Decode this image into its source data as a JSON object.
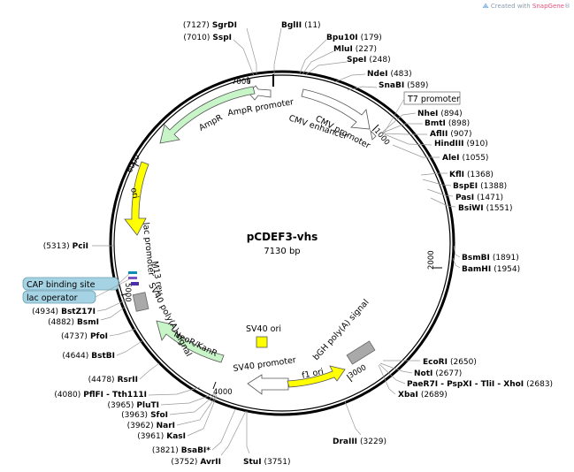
{
  "credit": {
    "prefix": "Created with ",
    "brand": "SnapGene",
    "mark": "®"
  },
  "plasmid": {
    "name": "pCDEF3-vhs",
    "size_label": "7130 bp"
  },
  "ticks": [
    "1000",
    "2000",
    "3000",
    "4000",
    "5000",
    "6000",
    "7000"
  ],
  "sites": [
    {
      "pos": "(7127)",
      "name": "SgrDI"
    },
    {
      "pos": "(11)",
      "name": "BglII"
    },
    {
      "pos": "(7010)",
      "name": "SspI"
    },
    {
      "pos": "(179)",
      "name": "Bpu10I"
    },
    {
      "pos": "(227)",
      "name": "MluI"
    },
    {
      "pos": "(248)",
      "name": "SpeI"
    },
    {
      "pos": "(483)",
      "name": "NdeI"
    },
    {
      "pos": "(589)",
      "name": "SnaBI"
    },
    {
      "pos": "(894)",
      "name": "NheI"
    },
    {
      "pos": "(898)",
      "name": "BmtI"
    },
    {
      "pos": "(907)",
      "name": "AflII"
    },
    {
      "pos": "(910)",
      "name": "HindIII"
    },
    {
      "pos": "(1055)",
      "name": "AleI"
    },
    {
      "pos": "(1368)",
      "name": "KflI"
    },
    {
      "pos": "(1388)",
      "name": "BspEI"
    },
    {
      "pos": "(1471)",
      "name": "PasI"
    },
    {
      "pos": "(1551)",
      "name": "BsiWI"
    },
    {
      "pos": "(1891)",
      "name": "BsmBI"
    },
    {
      "pos": "(1954)",
      "name": "BamHI"
    },
    {
      "pos": "(2650)",
      "name": "EcoRI"
    },
    {
      "pos": "(2677)",
      "name": "NotI"
    },
    {
      "pos": "(2683)",
      "name": "PaeR7I - PspXI - TliI - XhoI"
    },
    {
      "pos": "(2689)",
      "name": "XbaI"
    },
    {
      "pos": "(3229)",
      "name": "DraIII"
    },
    {
      "pos": "(3751)",
      "name": "StuI"
    },
    {
      "pos": "(3752)",
      "name": "AvrII"
    },
    {
      "pos": "(3821)",
      "name": "BsaBI*"
    },
    {
      "pos": "(3961)",
      "name": "KasI"
    },
    {
      "pos": "(3962)",
      "name": "NarI"
    },
    {
      "pos": "(3963)",
      "name": "SfoI"
    },
    {
      "pos": "(3965)",
      "name": "PluTI"
    },
    {
      "pos": "(4080)",
      "name": "PflFI - Tth111I"
    },
    {
      "pos": "(4478)",
      "name": "RsrII"
    },
    {
      "pos": "(4644)",
      "name": "BstBI"
    },
    {
      "pos": "(4737)",
      "name": "PfoI"
    },
    {
      "pos": "(4882)",
      "name": "BsmI"
    },
    {
      "pos": "(4934)",
      "name": "BstZ17I"
    },
    {
      "pos": "(5313)",
      "name": "PciI"
    }
  ],
  "features": {
    "t7_promoter": "T7 promoter",
    "cmv_promoter": "CMV promoter",
    "cmv_enhancer": "CMV enhancer",
    "ampr_promoter": "AmpR promoter",
    "ampr": "AmpR",
    "ori": "ori",
    "lac_promoter": "lac promoter",
    "m13_rev": "M13 rev",
    "cap_binding_site": "CAP binding site",
    "lac_operator": "lac operator",
    "sv40_polya": "SV40 poly(A) signal",
    "neor_kanr": "NeoR/KanR",
    "sv40_promoter": "SV40 promoter",
    "sv40_ori": "SV40 ori",
    "f1_ori": "f1 ori",
    "bgh_polya": "bGH poly(A) signal"
  },
  "colors": {
    "green_feature": "#c8f5c8",
    "yellow_feature": "#ffff00",
    "white_feature": "#ffffff",
    "grey_feature": "#a9a9a9",
    "blue_box": "#a6d3e3",
    "dimmed_site": "#888888"
  }
}
